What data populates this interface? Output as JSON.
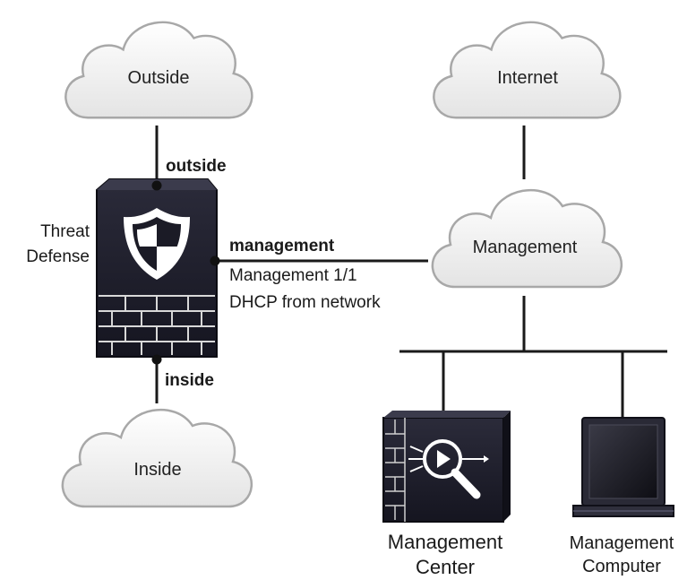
{
  "clouds": {
    "outside": "Outside",
    "internet": "Internet",
    "management": "Management",
    "inside": "Inside"
  },
  "interfaces": {
    "outside": "outside",
    "management": "management",
    "inside": "inside",
    "mgmt_port": "Management 1/1",
    "mgmt_dhcp": "DHCP from network"
  },
  "devices": {
    "threat_defense_line1": "Threat",
    "threat_defense_line2": "Defense",
    "mgmt_center_line1": "Management",
    "mgmt_center_line2": "Center",
    "mgmt_computer_line1": "Management",
    "mgmt_computer_line2": "Computer"
  },
  "colors": {
    "device_dark": "#1e1e2c",
    "cloud_fill": "#f2f2f2",
    "cloud_stroke": "#b0b0b0"
  }
}
